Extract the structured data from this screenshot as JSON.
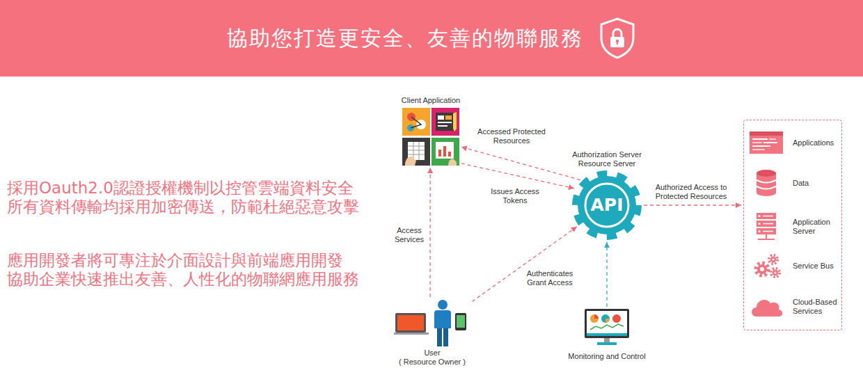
{
  "diagram": {
    "title": "協助您打造更安全、友善的物聯服務",
    "nodes": [
      {
        "text": [
          "Client Application"
        ]
      },
      {
        "text": [
          "Authorization Server Resource Server",
          "API"
        ]
      },
      {
        "text": []
      },
      {
        "text": [
          "Applications"
        ],
        "in": 2
      },
      {
        "text": [
          "Data"
        ],
        "in": 2
      },
      {
        "text": [
          "Application Server"
        ],
        "in": 2
      },
      {
        "text": [
          "Service Bus"
        ],
        "in": 2
      },
      {
        "text": [
          "Cloud-Based Services"
        ],
        "in": 2
      },
      {
        "text": [
          "User",
          "( Resource Owner )"
        ]
      },
      {
        "text": [
          "Monitoring and Control"
        ]
      }
    ],
    "edges": [
      {
        "from": 1,
        "to": 0,
        "label": "Accessed Protected Resources",
        "arrow": "to"
      },
      {
        "from": 0,
        "to": 1,
        "label": "Issues Access Tokens",
        "arrow": "to"
      },
      {
        "from": 8,
        "to": 0,
        "label": "Access Services",
        "arrow": "to"
      },
      {
        "from": 8,
        "to": 1,
        "label": "Authenticates Grant Access",
        "arrow": "to"
      },
      {
        "from": 9,
        "to": 1,
        "arrow": "to"
      },
      {
        "from": 1,
        "to": 2,
        "label": "Authorized Access to Protected Resources",
        "arrow": "to"
      }
    ],
    "labels": [
      "採用Oauth2.0認證授權機制以控管雲端資料安全",
      "所有資料傳輸均採用加密傳送，防範杜絕惡意攻擊",
      "應用開發者將可專注於介面設計與前端應用開發",
      "協助企業快速推出友善、人性化的物聯網應用服務"
    ]
  }
}
